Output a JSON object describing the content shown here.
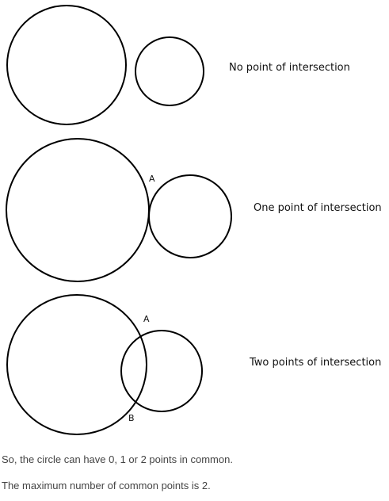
{
  "figures": [
    {
      "caption": "No point of intersection",
      "points": []
    },
    {
      "caption": "One point of intersection",
      "points": [
        "A"
      ]
    },
    {
      "caption": "Two points of intersection",
      "points": [
        "A",
        "B"
      ]
    }
  ],
  "conclusion": {
    "line1": "So, the circle can have 0, 1 or 2 points in common.",
    "line2": "The maximum number of common points is 2."
  }
}
